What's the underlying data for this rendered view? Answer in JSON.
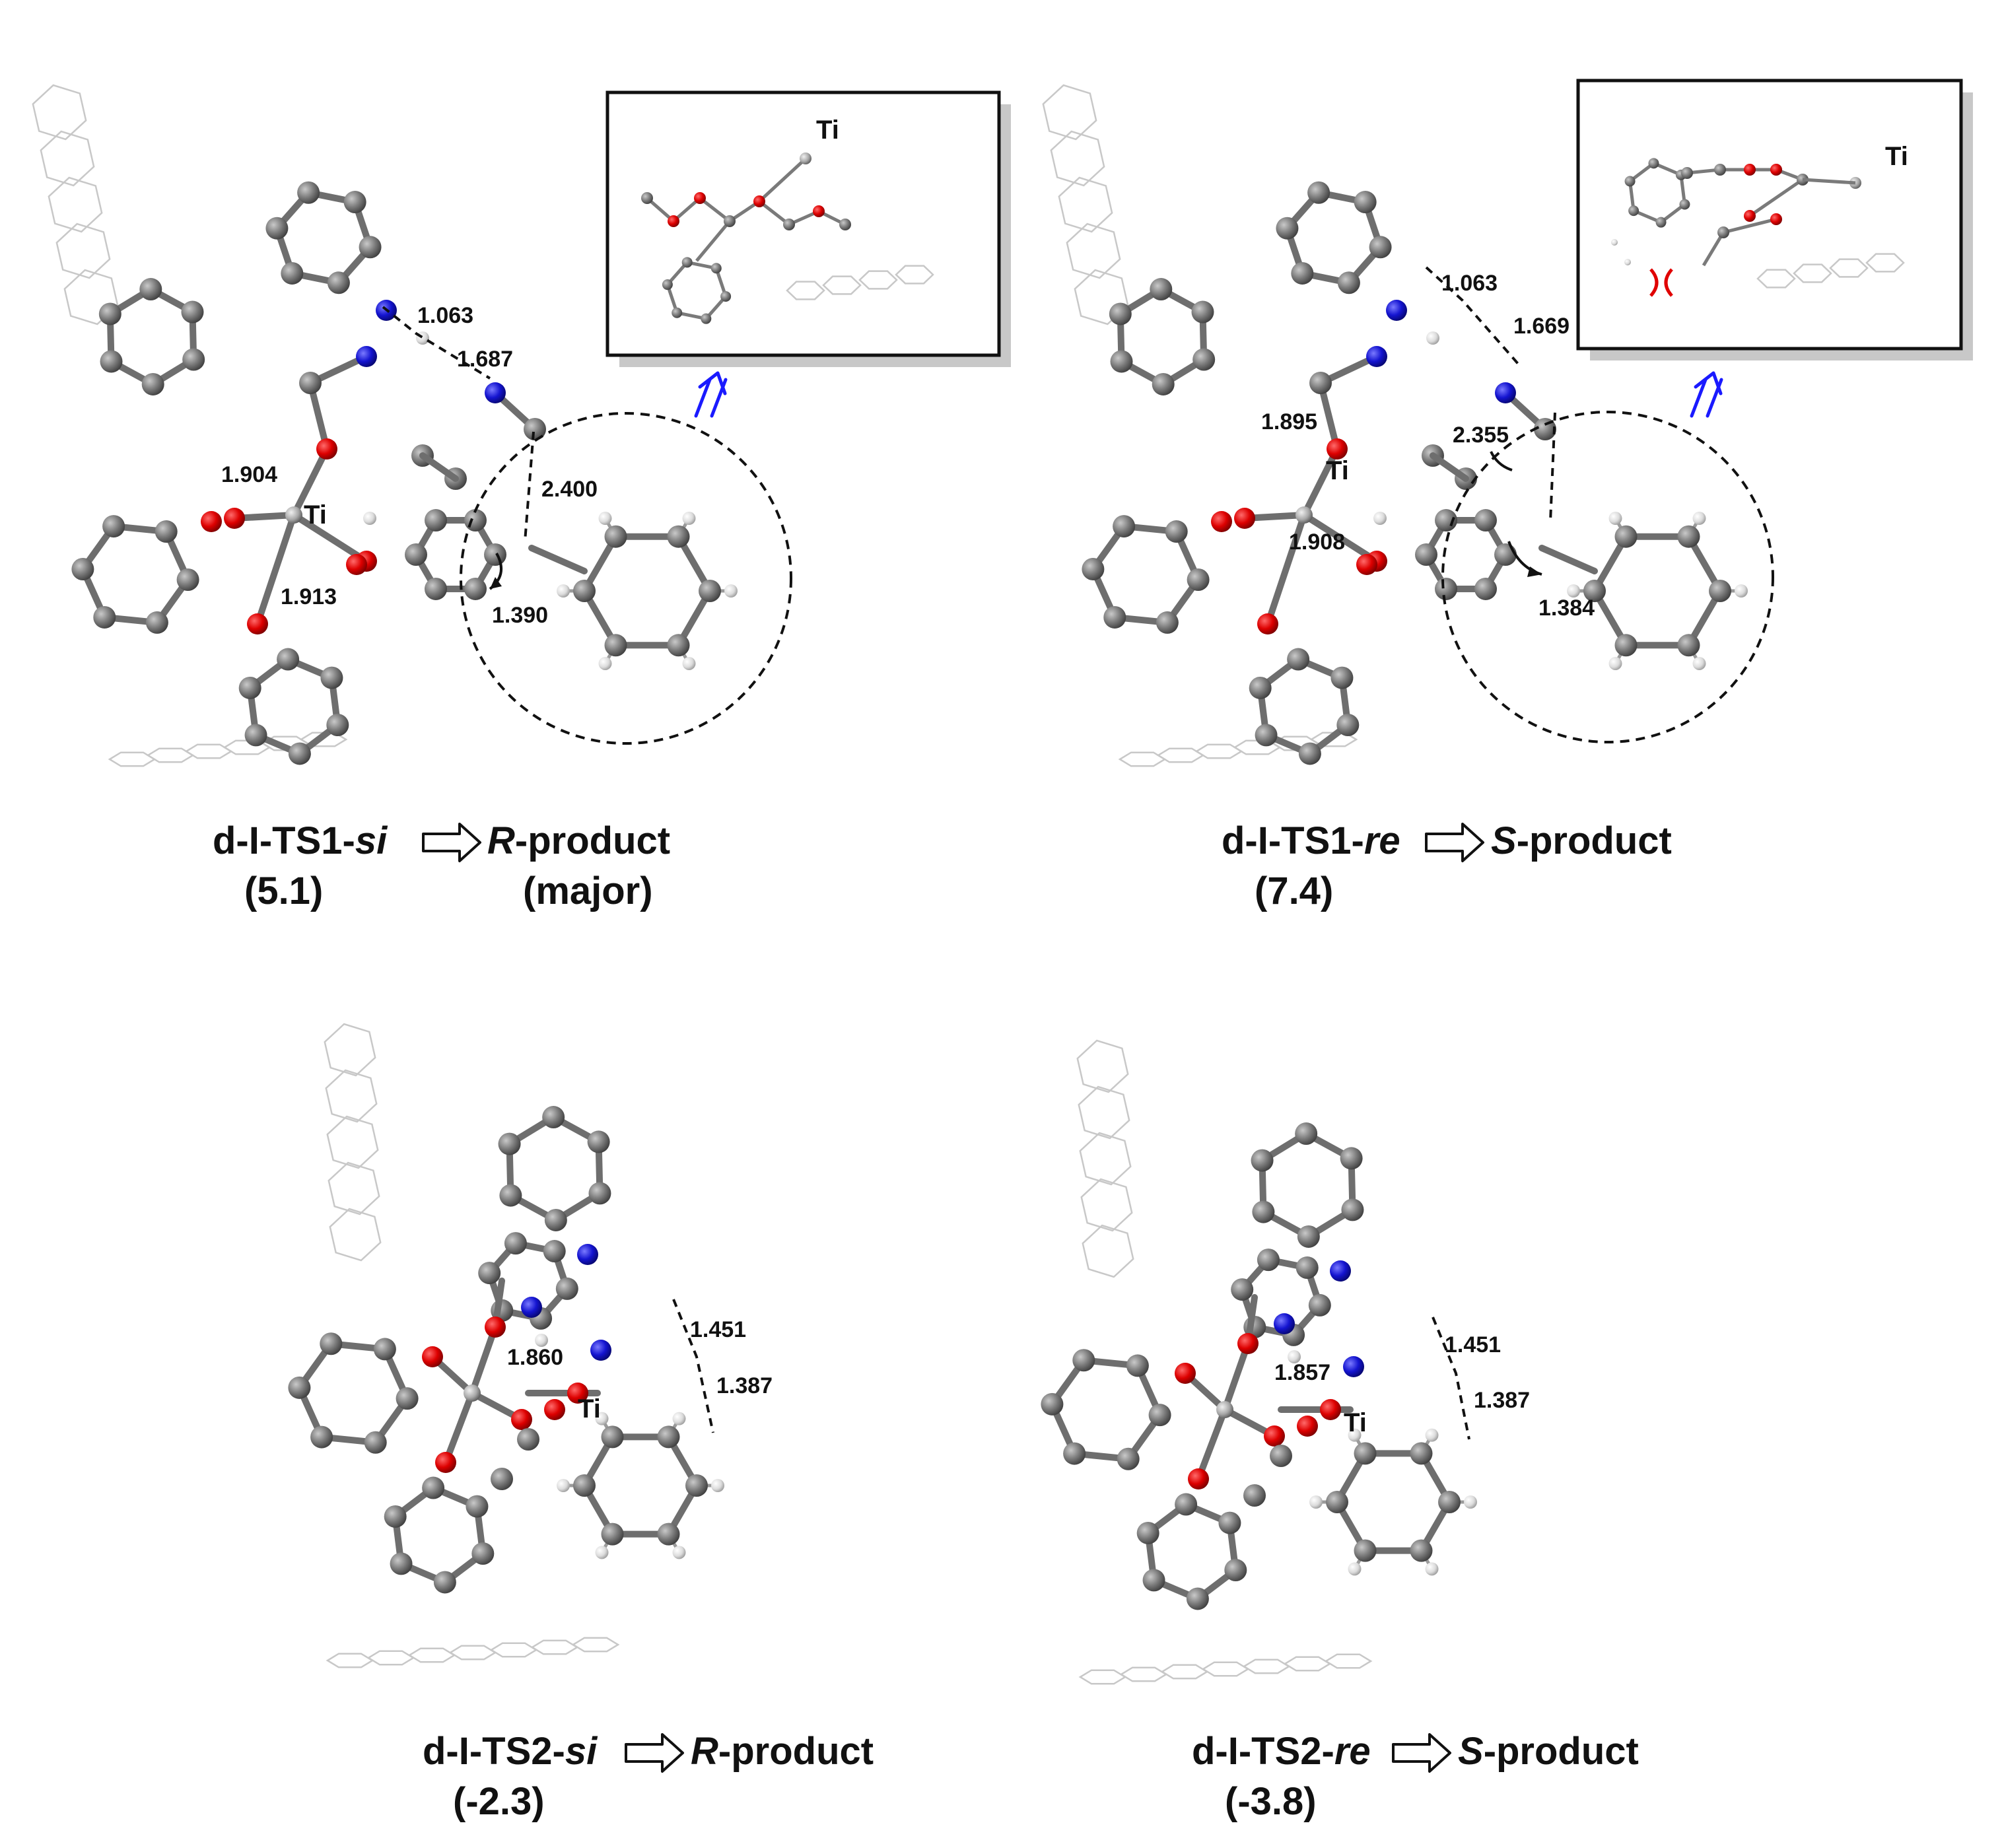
{
  "panels": [
    {
      "id": "ts1-si",
      "caption": {
        "prefix": "d-I-TS1-",
        "stereo": "si",
        "product_stereo": "R",
        "product_suffix": "-product"
      },
      "energy": "(5.1)",
      "note": "(major)",
      "ti_label": "Ti",
      "distances": [
        "1.063",
        "1.687",
        "1.904",
        "2.400",
        "1.913",
        "1.390"
      ],
      "inset_ti_label": "Ti"
    },
    {
      "id": "ts1-re",
      "caption": {
        "prefix": "d-I-TS1-",
        "stereo": "re",
        "product_stereo": "S",
        "product_suffix": "-product"
      },
      "energy": "(7.4)",
      "ti_label": "Ti",
      "distances": [
        "1.063",
        "1.669",
        "1.895",
        "2.355",
        "1.908",
        "1.384"
      ],
      "inset_ti_label": "Ti"
    },
    {
      "id": "ts2-si",
      "caption": {
        "prefix": "d-I-TS2-",
        "stereo": "si",
        "product_stereo": "R",
        "product_suffix": "-product"
      },
      "energy": "(-2.3)",
      "ti_label": "Ti",
      "distances": [
        "1.451",
        "1.860",
        "1.387"
      ]
    },
    {
      "id": "ts2-re",
      "caption": {
        "prefix": "d-I-TS2-",
        "stereo": "re",
        "product_stereo": "S",
        "product_suffix": "-product"
      },
      "energy": "(-3.8)",
      "ti_label": "Ti",
      "distances": [
        "1.451",
        "1.857",
        "1.387"
      ]
    }
  ],
  "colors": {
    "carbon": "#6e6e6e",
    "hydrogen": "#e6e6e6",
    "oxygen": "#d40000",
    "nitrogen": "#1010c8",
    "titanium": "#9a9a9a",
    "wireframe": "#c8c8c8",
    "blue_arrow": "#1a1aff",
    "steric_clash": "#e00000"
  },
  "icons": {
    "reaction_arrow": "open-right-arrow",
    "inset_pointer": "double-up-arrow"
  }
}
